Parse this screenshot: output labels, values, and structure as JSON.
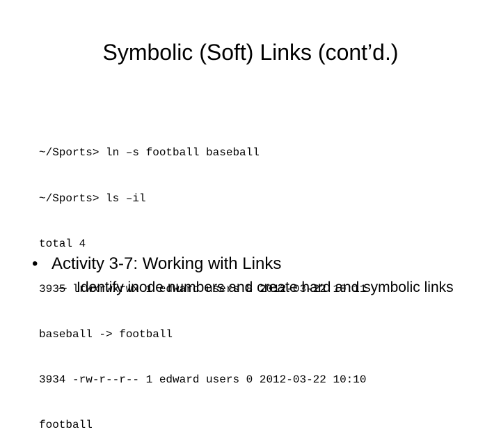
{
  "slide": {
    "title": "Symbolic (Soft) Links (cont’d.)"
  },
  "terminal": {
    "lines": [
      "~/Sports> ln –s football baseball",
      "~/Sports> ls –il",
      "total 4",
      "3935 lrwxrwxrwx 1 edward users 8 2012-03-22 10:11",
      "baseball -> football",
      "3934 -rw-r--r-- 1 edward users 0 2012-03-22 10:10",
      "football"
    ]
  },
  "bullets": {
    "main_marker": "•",
    "main_text": "Activity 3-7: Working with Links",
    "sub_marker": "–",
    "sub_text": "Identify inode numbers and create hard and symbolic links"
  }
}
